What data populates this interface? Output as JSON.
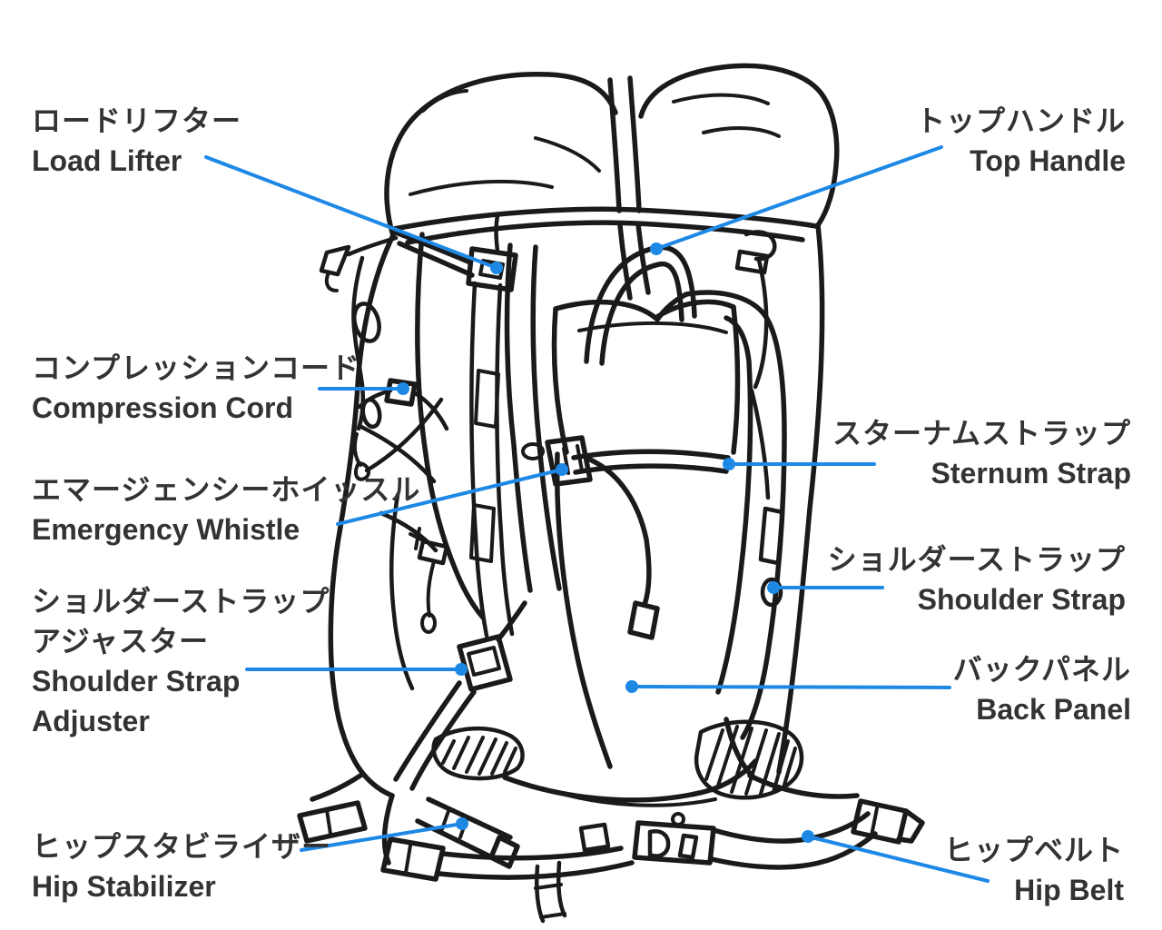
{
  "diagram": {
    "subject": "backpack-parts-diagram",
    "style": "hand-drawn line art with blue leader lines"
  },
  "colors": {
    "leader_blue": "#1e88e5",
    "ink": "#1a1a1a",
    "text": "#333333",
    "background": "#ffffff"
  },
  "labels": {
    "load_lifter": {
      "jp": "ロードリフター",
      "en": "Load Lifter"
    },
    "top_handle": {
      "jp": "トップハンドル",
      "en": "Top Handle"
    },
    "compression_cord": {
      "jp": "コンプレッションコード",
      "en": "Compression Cord"
    },
    "emergency_whistle": {
      "jp": "エマージェンシーホイッスル",
      "en": "Emergency Whistle"
    },
    "shoulder_strap_adjuster": {
      "jp": "ショルダーストラップ",
      "jp2": "アジャスター",
      "en": "Shoulder Strap",
      "en2": "Adjuster"
    },
    "sternum_strap": {
      "jp": "スターナムストラップ",
      "en": "Sternum Strap"
    },
    "shoulder_strap": {
      "jp": "ショルダーストラップ",
      "en": "Shoulder Strap"
    },
    "back_panel": {
      "jp": "バックパネル",
      "en": "Back Panel"
    },
    "hip_stabilizer": {
      "jp": "ヒップスタビライザー",
      "en": "Hip Stabilizer"
    },
    "hip_belt": {
      "jp": "ヒップベルト",
      "en": "Hip Belt"
    }
  }
}
